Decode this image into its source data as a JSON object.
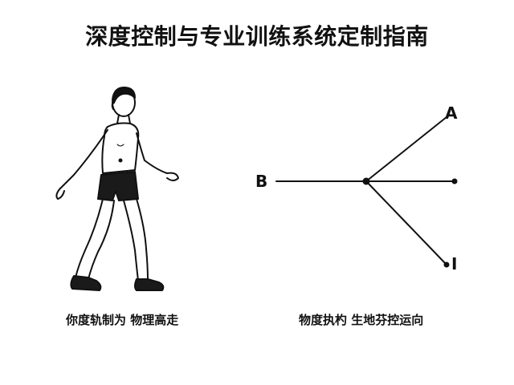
{
  "title": "深度控制与专业训练系统定制指南",
  "left_panel": {
    "caption": "你度轨制为 物理高走"
  },
  "right_panel": {
    "caption": "物度执杓 生地芬控运向",
    "labels": {
      "a": "A",
      "b": "B",
      "i": "I"
    }
  },
  "colors": {
    "ink": "#111111",
    "shorts": "#1a1a1a",
    "background": "#ffffff"
  }
}
